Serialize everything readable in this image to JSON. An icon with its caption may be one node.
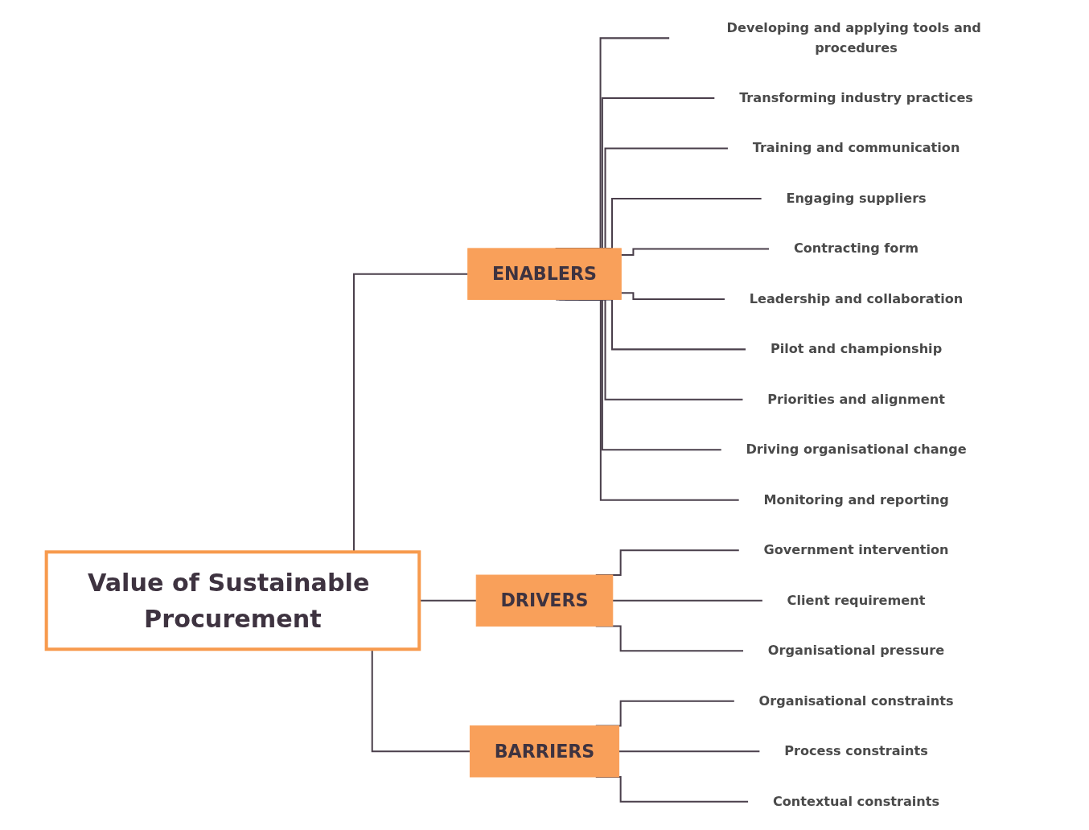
{
  "diagram": {
    "nodes": [
      {
        "text": [
          "Value of Sustainable Procurement"
        ]
      },
      {
        "text": [
          "ENABLERS"
        ]
      },
      {
        "text": [
          "Developing and applying tools and procedures"
        ]
      },
      {
        "text": [
          "Transforming industry practices"
        ]
      },
      {
        "text": [
          "Training and communication"
        ]
      },
      {
        "text": [
          "Engaging suppliers"
        ]
      },
      {
        "text": [
          "Contracting form"
        ]
      },
      {
        "text": [
          "Leadership and collaboration"
        ]
      },
      {
        "text": [
          "Pilot and championship"
        ]
      },
      {
        "text": [
          "Priorities and alignment"
        ]
      },
      {
        "text": [
          "Driving organisational change"
        ]
      },
      {
        "text": [
          "Monitoring and reporting"
        ]
      },
      {
        "text": [
          "DRIVERS"
        ]
      },
      {
        "text": [
          "Government intervention"
        ]
      },
      {
        "text": [
          "Client requirement"
        ]
      },
      {
        "text": [
          "Organisational pressure"
        ]
      },
      {
        "text": [
          "BARRIERS"
        ]
      },
      {
        "text": [
          "Organisational constraints"
        ]
      },
      {
        "text": [
          "Process constraints"
        ]
      },
      {
        "text": [
          "Contextual constraints"
        ]
      }
    ],
    "edges": [
      {
        "from": 0,
        "to": 1,
        "arrow": "none"
      },
      {
        "from": 1,
        "to": 2,
        "arrow": "none"
      },
      {
        "from": 1,
        "to": 3,
        "arrow": "none"
      },
      {
        "from": 1,
        "to": 4,
        "arrow": "none"
      },
      {
        "from": 1,
        "to": 5,
        "arrow": "none"
      },
      {
        "from": 1,
        "to": 6,
        "arrow": "none"
      },
      {
        "from": 1,
        "to": 7,
        "arrow": "none"
      },
      {
        "from": 1,
        "to": 8,
        "arrow": "none"
      },
      {
        "from": 1,
        "to": 9,
        "arrow": "none"
      },
      {
        "from": 1,
        "to": 10,
        "arrow": "none"
      },
      {
        "from": 1,
        "to": 11,
        "arrow": "none"
      },
      {
        "from": 0,
        "to": 12,
        "arrow": "none"
      },
      {
        "from": 12,
        "to": 13,
        "arrow": "none"
      },
      {
        "from": 12,
        "to": 14,
        "arrow": "none"
      },
      {
        "from": 12,
        "to": 15,
        "arrow": "none"
      },
      {
        "from": 0,
        "to": 16,
        "arrow": "none"
      },
      {
        "from": 16,
        "to": 17,
        "arrow": "none"
      },
      {
        "from": 16,
        "to": 18,
        "arrow": "none"
      },
      {
        "from": 16,
        "to": 19,
        "arrow": "none"
      }
    ]
  }
}
